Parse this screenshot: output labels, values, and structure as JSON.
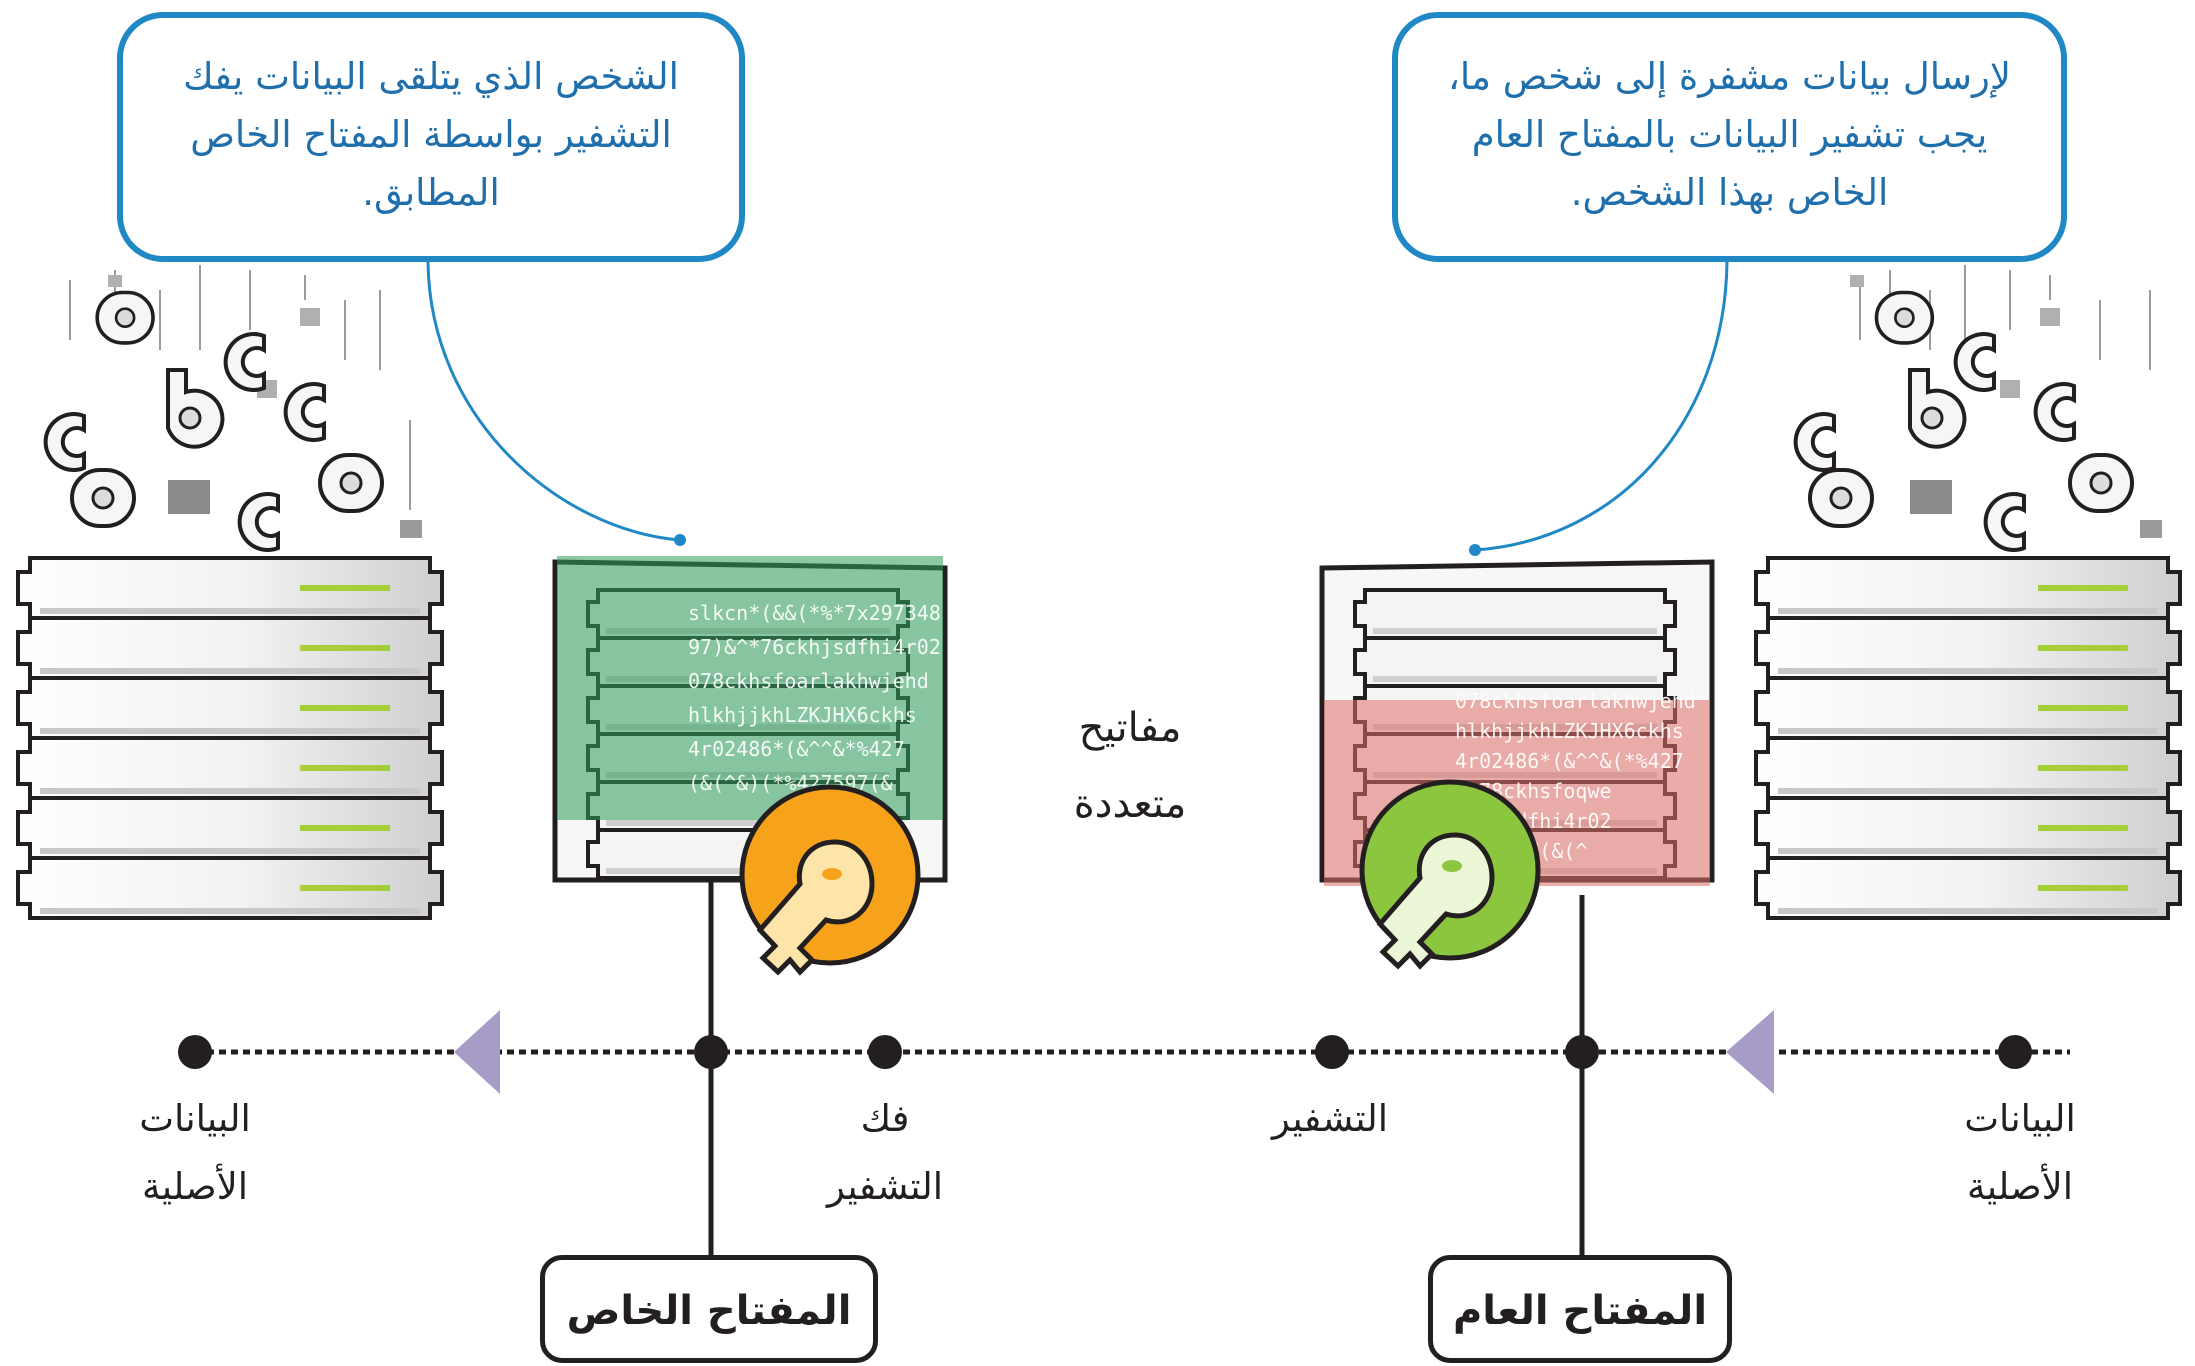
{
  "callouts": {
    "receiver": [
      "الشخص الذي يتلقى البيانات يفك",
      "التشفير بواسطة المفتاح الخاص",
      "المطابق."
    ],
    "sender": [
      "لإرسال بيانات مشفرة إلى شخص ما،",
      "يجب تشفير البيانات بالمفتاح العام",
      "الخاص بهذا الشخص."
    ]
  },
  "center_label": [
    "مفاتيح",
    "متعددة"
  ],
  "timeline": {
    "original_left": [
      "البيانات",
      "الأصلية"
    ],
    "decryption": [
      "فك",
      "التشفير"
    ],
    "encryption": "التشفير",
    "original_right": [
      "البيانات",
      "الأصلية"
    ]
  },
  "keys": {
    "private": "المفتاح الخاص",
    "public": "المفتاح العام"
  },
  "cipher_text": {
    "green": [
      "slkcn*(&&(*%*7x297348",
      "97)&^*76ckhjsdfhi4r02",
      "078ckhsfoarlakhwjehd",
      "hlkhjjkhLZKJHX6ckhs",
      "4r02486*(&^^&*%427",
      "(&(^&)(*%427597(&"
    ],
    "red": [
      "078ckhsfoarlakhwjehd",
      "hlkhjjkhLZKJHX6ckhs",
      "4r02486*(&^^&(*%427",
      "6078ckhsfoqwe",
      "ckhjsdfhi4r02",
      "%427597(&(^"
    ]
  },
  "colors": {
    "callout_border": "#1f88c5",
    "private_key": "#f7a21b",
    "public_key": "#8cc63f",
    "encrypted_green": "#2e9e5b",
    "encrypted_red": "#e0706a",
    "arrow": "#a79cc8"
  }
}
